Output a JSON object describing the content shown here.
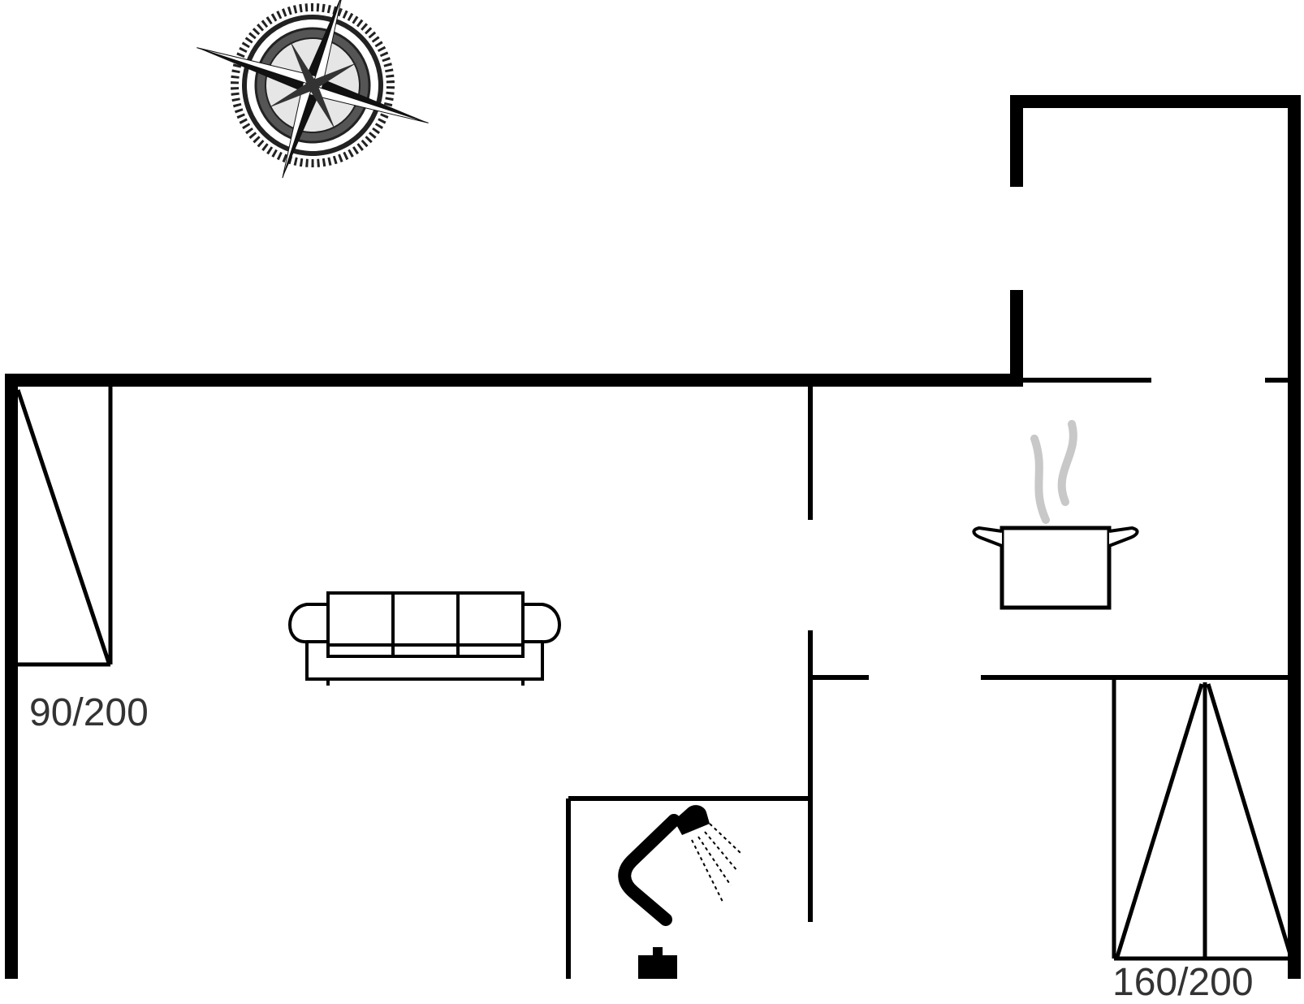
{
  "floorplan": {
    "bed_labels": [
      "90/200",
      "160/200"
    ],
    "rooms": [
      "living-room",
      "kitchen",
      "bathroom",
      "bedroom"
    ],
    "furniture": [
      "bed",
      "sofa",
      "cooking-pot",
      "shower",
      "double-bed"
    ],
    "icons": [
      "compass-rose-icon",
      "sofa-icon",
      "cooking-pot-icon",
      "shower-icon",
      "toilet-icon"
    ],
    "colors": {
      "wall": "#000000",
      "background": "#ffffff",
      "label_text": "#333333",
      "steam": "#c8c8c8",
      "compass_fill": "#444444"
    }
  }
}
